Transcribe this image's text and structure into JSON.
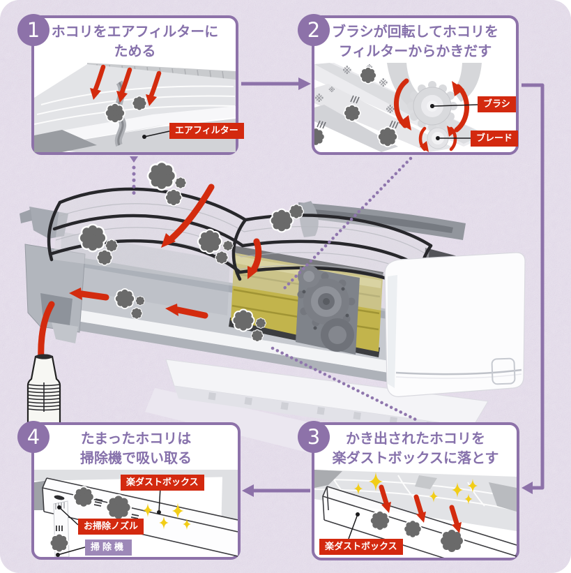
{
  "colors": {
    "background_lavender": "#d8cde0",
    "panel_border_purple": "#8d72a9",
    "title_text_purple": "#8671ab",
    "label_red": "#d3290f",
    "label_purple": "#9d88b8",
    "flow_arrow_red": "#d32b0e",
    "dust_gray": "#6a6a6a",
    "sparkle_yellow": "#f2cd17"
  },
  "steps": [
    {
      "number": "1",
      "title": [
        "ホコリをエアフィルターに",
        "ためる"
      ],
      "labels": {
        "air_filter": "エアフィルター"
      }
    },
    {
      "number": "2",
      "title": [
        "ブラシが回転してホコリを",
        "フィルターからかきだす"
      ],
      "labels": {
        "brush": "ブラシ",
        "blade": "ブレード"
      }
    },
    {
      "number": "3",
      "title": [
        "かき出されたホコリを",
        "楽ダストボックスに落とす"
      ],
      "labels": {
        "dust_box": "楽ダストボックス"
      }
    },
    {
      "number": "4",
      "title": [
        "たまったホコリは",
        "掃除機で吸い取る"
      ],
      "labels": {
        "dust_box": "楽ダストボックス",
        "nozzle": "お掃除ノズル",
        "vacuum": "掃除機"
      }
    }
  ],
  "art": {
    "scratch_mark": "※",
    "icon_names": [
      "dust-blob",
      "sparkle-icon",
      "red-flow-arrow",
      "rotation-arrow-icon",
      "purple-step-arrow",
      "dotted-leader-line",
      "vacuum-bottle",
      "air-conditioner-unit",
      "brush-gear",
      "blade-roller",
      "dust-box",
      "cleaning-nozzle"
    ]
  }
}
